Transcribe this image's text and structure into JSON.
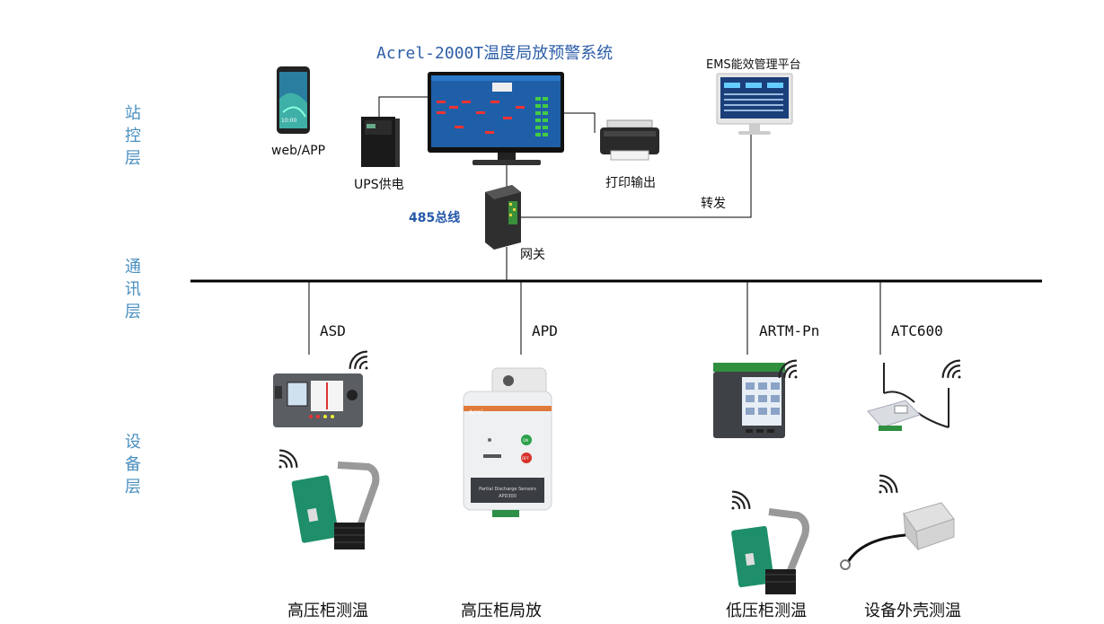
{
  "title": "Acrel-2000T温度局放预警系统",
  "layers": {
    "station": [
      "站",
      "控",
      "层"
    ],
    "comm": [
      "通",
      "讯",
      "层"
    ],
    "device": [
      "设",
      "备",
      "层"
    ]
  },
  "top": {
    "web_app": "web/APP",
    "ups": "UPS供电",
    "printer": "打印输出",
    "ems": "EMS能效管理平台",
    "forward": "转发",
    "bus485": "485总线",
    "gateway": "网关",
    "phone_screen_text": "10:00"
  },
  "devices": {
    "asd": "ASD",
    "apd": "APD",
    "artm": "ARTM-Pn",
    "atc": "ATC600"
  },
  "apd_panel": {
    "brand": "Acrel",
    "on": "ON",
    "off": "OFF",
    "name": "Partial Discharge Sensors",
    "model": "APD300"
  },
  "captions": {
    "hv_temp": "高压柜测温",
    "hv_pd": "高压柜局放",
    "lv_temp": "低压柜测温",
    "shell_temp": "设备外壳测温"
  },
  "colors": {
    "layer_text": "#4a8fc0",
    "title_text": "#2e5fa8",
    "bus_text": "#2458a8",
    "line": "#000000",
    "screen_blue": "#1f5fa8",
    "sensor_green": "#1e8f6a"
  },
  "icons": {
    "wireless": "wifi-signal-icon"
  }
}
